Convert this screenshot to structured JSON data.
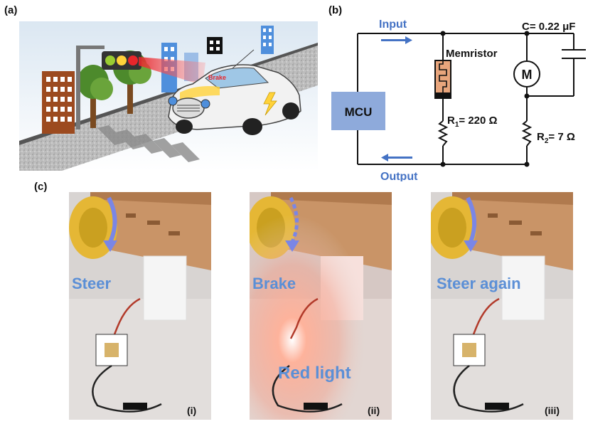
{
  "panels": {
    "a": "(a)",
    "b": "(b)",
    "c": "(c)"
  },
  "scene": {
    "car_label": "Brake"
  },
  "circuit": {
    "input_label": "Input",
    "output_label": "Output",
    "mcu_label": "MCU",
    "memristor_label": "Memristor",
    "motor_label": "M",
    "capacitor_label": "C= 0.22 μF",
    "r1_prefix": "R",
    "r1_sub": "1",
    "r1_value": "= 220 Ω",
    "r2_prefix": "R",
    "r2_sub": "2",
    "r2_value": "= 7 Ω"
  },
  "photos": [
    {
      "action": "Steer",
      "extra": "",
      "index": "(i)"
    },
    {
      "action": "Brake",
      "extra": "Red light",
      "index": "(ii)"
    },
    {
      "action": "Steer again",
      "extra": "",
      "index": "(iii)"
    }
  ],
  "colors": {
    "blue_text": "#4472c4",
    "mcu_fill": "#8eaadb",
    "memristor_fill": "#e8a57c",
    "arrow": "#4472c4",
    "red_beam": "#e8262b"
  }
}
